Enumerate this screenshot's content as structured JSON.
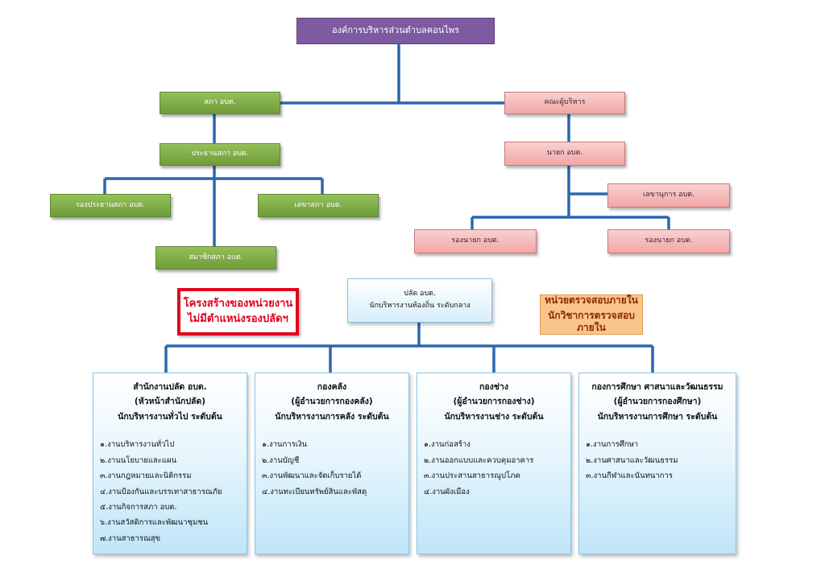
{
  "top": {
    "label": "องค์การบริหารส่วนตำบลคอนไพร"
  },
  "council": {
    "root": "สภา อบต.",
    "chair": "ประธานสภา อบต.",
    "vice_chair": "รองประธานสภา อบต.",
    "secretary": "เลขาสภา อบต.",
    "members": "สมาชิกสภา อบต."
  },
  "executive": {
    "root": "คณะผู้บริหาร",
    "mayor": "นายก อบต.",
    "secretary": "เลขานุการ อบต.",
    "deputy_left": "รองนายก อบต.",
    "deputy_right": "รองนายก อบต."
  },
  "palad": {
    "line1": "ปลัด อบต.",
    "line2": "นักบริหารงานท้องถิ่น ระดับกลาง"
  },
  "note_red": {
    "line1": "โครงสร้างของหน่วยงาน",
    "line2": "ไม่มีตำแหน่งรองปลัดฯ"
  },
  "audit": {
    "line1": "หน่วยตรวจสอบภายใน",
    "line2": "นักวิชาการตรวจสอบภายใน"
  },
  "departments": [
    {
      "title": "สำนักงานปลัด อบต.",
      "head": "(หัวหน้าสำนักปลัด)",
      "position": "นักบริหารงานทั่วไป ระดับต้น",
      "items": [
        "๑.งานบริหารงานทั่วไป",
        "๒.งานนโยบายและแผน",
        "๓.งานกฎหมายและนิติกรรม",
        "๔.งานป้องกันและบรรเทาสาธารณภัย",
        "๕.งานกิจการสภา อบต.",
        "๖.งานสวัสดิการและพัฒนาชุมชน",
        "๗.งานสาธารณสุข"
      ]
    },
    {
      "title": "กองคลัง",
      "head": "(ผู้อำนวยการกองคลัง)",
      "position": "นักบริหารงานการคลัง ระดับต้น",
      "items": [
        "๑.งานการเงิน",
        "๒.งานบัญชี",
        "๓.งานพัฒนาและจัดเก็บรายได้",
        "๔.งานทะเบียนทรัพย์สินและพัสดุ"
      ]
    },
    {
      "title": "กองช่าง",
      "head": "(ผู้อำนวยการกองช่าง)",
      "position": "นักบริหารงานช่าง ระดับต้น",
      "items": [
        "๑.งานก่อสร้าง",
        "๒.งานออกแบบและควบคุมอาคาร",
        "๓.งานประสานสาธารณูปโภค",
        "๔.งานผังเมือง"
      ]
    },
    {
      "title": "กองการศึกษา ศาสนาและวัฒนธรรม",
      "head": "(ผู้อำนวยการกองศึกษา)",
      "position": "นักบริหารงานการศึกษา ระดับต้น",
      "items": [
        "๑.งานการศึกษา",
        "๒.งานศาสนาและวัฒนธรรม",
        "๓.งานกีฬาและนันทนาการ"
      ]
    }
  ],
  "colors": {
    "connector": "#2b67b1",
    "purple": "#7e5aa2",
    "green": "#7aa844",
    "pink": "#f4b3b3",
    "light_blue": "#d7eefa",
    "red_border": "#e3001b",
    "orange": "#f9c58b"
  }
}
